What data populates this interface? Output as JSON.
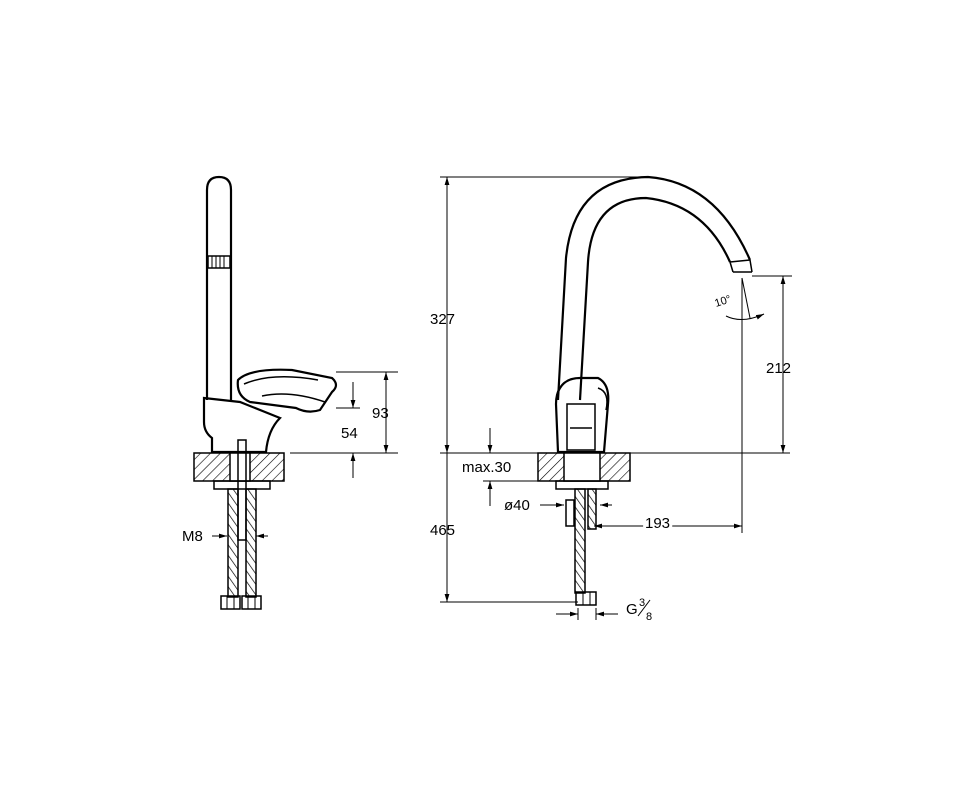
{
  "dimensions": {
    "total_height_above": "327",
    "spout_height": "212",
    "lever_height": "93",
    "body_height": "54",
    "max_thickness": "max.30",
    "hole_diameter": "ø40",
    "spout_reach": "193",
    "below_counter": "465",
    "thread": "M8",
    "connection_g": "G",
    "connection_num": "3",
    "connection_den": "8",
    "angle": "10°"
  },
  "colors": {
    "line": "#000000",
    "background": "#ffffff"
  }
}
